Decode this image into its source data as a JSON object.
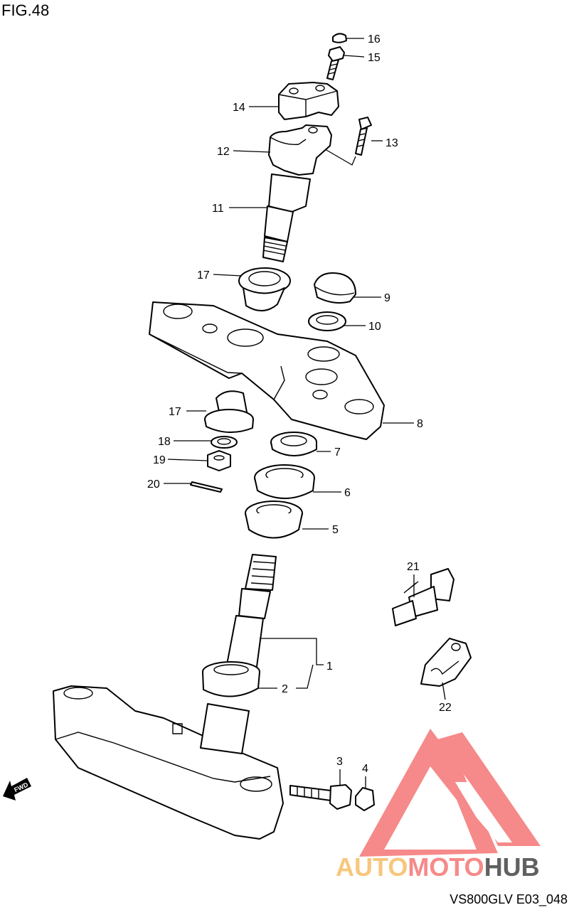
{
  "figure_label": "FIG.48",
  "document_code": "VS800GLV E03_048",
  "fwd_label": "FWD",
  "callouts": {
    "c1": "1",
    "c2": "2",
    "c3": "3",
    "c4": "4",
    "c5": "5",
    "c6": "6",
    "c7": "7",
    "c8": "8",
    "c9": "9",
    "c10": "10",
    "c11": "11",
    "c12": "12",
    "c13": "13",
    "c14": "14",
    "c15": "15",
    "c16": "16",
    "c17a": "17",
    "c17b": "17",
    "c18": "18",
    "c19": "19",
    "c20": "20",
    "c21": "21",
    "c22": "22"
  },
  "watermark": {
    "part1": "AUTO",
    "part2": "MOTO",
    "part3": "HUB",
    "color_light": "#f6bd66",
    "color_red": "#ef2a2a",
    "color_dark": "#444444"
  }
}
